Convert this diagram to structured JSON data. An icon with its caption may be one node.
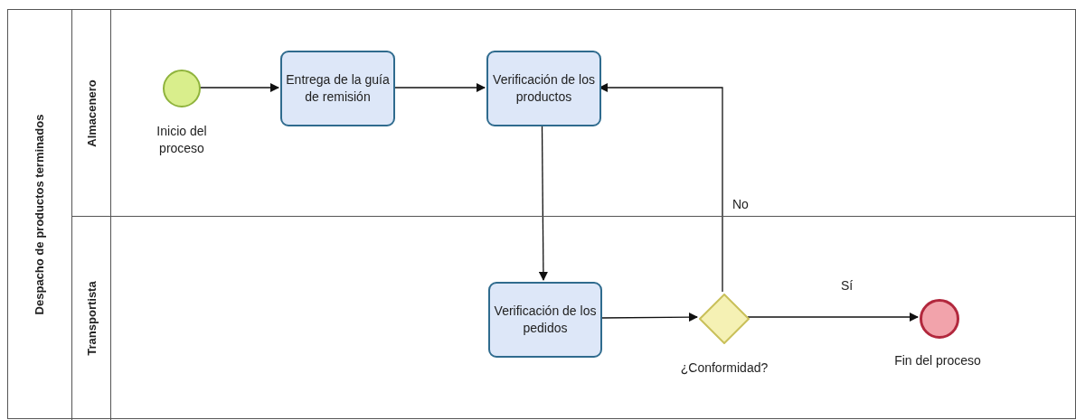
{
  "diagram": {
    "nodes": [
      {
        "text": [
          "Despacho de productos terminados"
        ]
      },
      {
        "text": [
          "Almacenero"
        ],
        "in": 0
      },
      {
        "text": [
          "Transportista"
        ],
        "in": 0
      },
      {
        "text": [],
        "shape": "circle",
        "in": 1,
        "beside": [
          "Inicio del proceso"
        ]
      },
      {
        "text": [
          "Entrega de la guía de remisión"
        ],
        "in": 1
      },
      {
        "text": [
          "Verificación de los productos"
        ],
        "in": 1
      },
      {
        "text": [
          "Verificación de los pedidos"
        ],
        "in": 2
      },
      {
        "text": [],
        "shape": "diamond",
        "in": 2,
        "beside": [
          "¿Conformidad?"
        ]
      },
      {
        "text": [],
        "shape": "circle",
        "in": 2,
        "beside": [
          "Fin del proceso"
        ]
      }
    ],
    "edges": [
      {
        "from": 3,
        "to": 4,
        "arrow": "to"
      },
      {
        "from": 4,
        "to": 5,
        "arrow": "to"
      },
      {
        "from": 5,
        "to": 6,
        "arrow": "to"
      },
      {
        "from": 6,
        "to": 7,
        "arrow": "to"
      },
      {
        "from": 7,
        "to": 5,
        "arrow": "to",
        "label": "No"
      },
      {
        "from": 7,
        "to": 8,
        "arrow": "to",
        "label": "Sí"
      }
    ]
  }
}
